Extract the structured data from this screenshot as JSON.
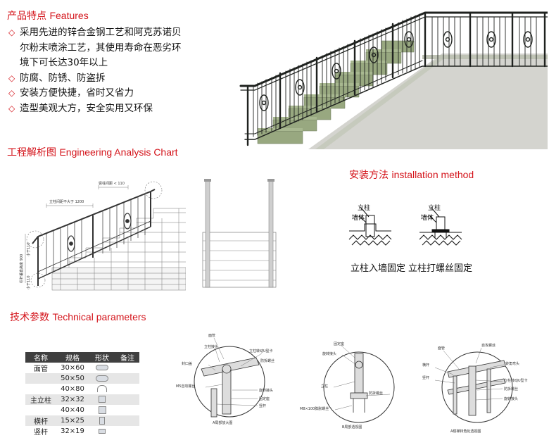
{
  "features": {
    "title_cn": "产品特点",
    "title_en": "Features",
    "items": [
      {
        "bullet": "◇",
        "lines": [
          "采用先进的锌合金钢工艺和阿克苏诺贝",
          "尔粉末喷涂工艺，其使用寿命在恶劣环",
          "境下可长达30年以上"
        ]
      },
      {
        "bullet": "◇",
        "lines": [
          "防腐、防锈、防盗拆"
        ]
      },
      {
        "bullet": "◇",
        "lines": [
          "安装方便快捷，省时又省力"
        ]
      },
      {
        "bullet": "◇",
        "lines": [
          "造型美观大方，安全实用又环保"
        ]
      }
    ]
  },
  "analysis": {
    "title_cn": "工程解析图",
    "title_en": "Engineering Analysis Chart",
    "labels": {
      "post_spacing": "立柱间距不大于 1200",
      "baluster_spacing": "竖柱间距 < 110",
      "height": "栏杆垂直高度 900",
      "dim_110_top": "小于110",
      "dim_110_bottom": "小于110"
    }
  },
  "install": {
    "title_cn": "安装方法",
    "title_en": "installation method",
    "diagram1": {
      "post": "立柱",
      "wall": "墙体",
      "caption": "立柱入墙固定"
    },
    "diagram2": {
      "post": "立柱",
      "wall": "墙体",
      "caption": "立柱打螺丝固定"
    }
  },
  "tech": {
    "title_cn": "技术参数",
    "title_en": "Technical parameters",
    "headers": [
      "名称",
      "规格",
      "形状",
      "备注"
    ],
    "rows": [
      {
        "name": "面管",
        "spec": "30×60",
        "shape": "oval"
      },
      {
        "name": "",
        "spec": "50×50",
        "shape": "oval"
      },
      {
        "name": "",
        "spec": "40×80",
        "shape": "channel"
      },
      {
        "name": "主立柱",
        "spec": "32×32",
        "shape": "square"
      },
      {
        "name": "",
        "spec": "40×40",
        "shape": "square"
      },
      {
        "name": "横杆",
        "spec": "15×25",
        "shape": "rect"
      },
      {
        "name": "竖杆",
        "spec": "32×19",
        "shape": "rect"
      }
    ]
  },
  "details": {
    "a": {
      "caption": "A局部放大图",
      "labels": [
        "面管",
        "立柱接头",
        "立柱转动U型卡",
        "防拆螺丝",
        "封口盖",
        "M5自攻螺丝",
        "旋转接头",
        "固定座",
        "竖杆"
      ]
    },
    "b": {
      "caption": "B局部透视图",
      "labels": [
        "固定座",
        "旋转接头",
        "立柱",
        "防拆螺丝",
        "M8×100膨胀螺丝"
      ]
    },
    "c": {
      "caption": "A楼梯转角处透视图",
      "labels": [
        "面管",
        "自攻螺丝",
        "横杆",
        "转角弯头",
        "竖杆",
        "立柱转动U型卡",
        "防拆螺丝",
        "旋转接头"
      ]
    }
  },
  "colors": {
    "accent": "#d4141b",
    "header": "#3f3f3f",
    "wall": "#d8d8d8"
  }
}
